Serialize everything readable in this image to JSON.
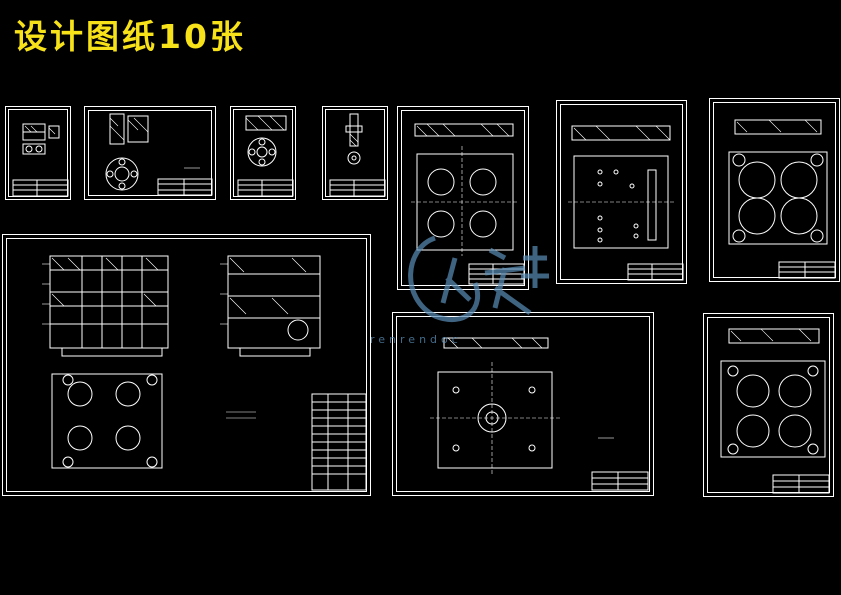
{
  "page": {
    "title": "设计图纸10张"
  },
  "colors": {
    "background": "#000000",
    "title": "#f7e21a",
    "line": "#ffffff",
    "watermark": "#5a8fb8"
  },
  "watermark": {
    "text": "renrendoc"
  },
  "drawing_sheets": [
    {
      "id": "sheet-1",
      "content": "small-part"
    },
    {
      "id": "sheet-2",
      "content": "punch-ring"
    },
    {
      "id": "sheet-3",
      "content": "ring-part"
    },
    {
      "id": "sheet-4",
      "content": "pin-part"
    },
    {
      "id": "sheet-5",
      "content": "plate-4-holes"
    },
    {
      "id": "sheet-6",
      "content": "plate-holes-grid"
    },
    {
      "id": "sheet-7",
      "content": "plate-4-circles"
    },
    {
      "id": "sheet-8",
      "content": "assembly"
    },
    {
      "id": "sheet-9",
      "content": "plate-center-hole"
    },
    {
      "id": "sheet-10",
      "content": "plate-4-circles"
    }
  ]
}
